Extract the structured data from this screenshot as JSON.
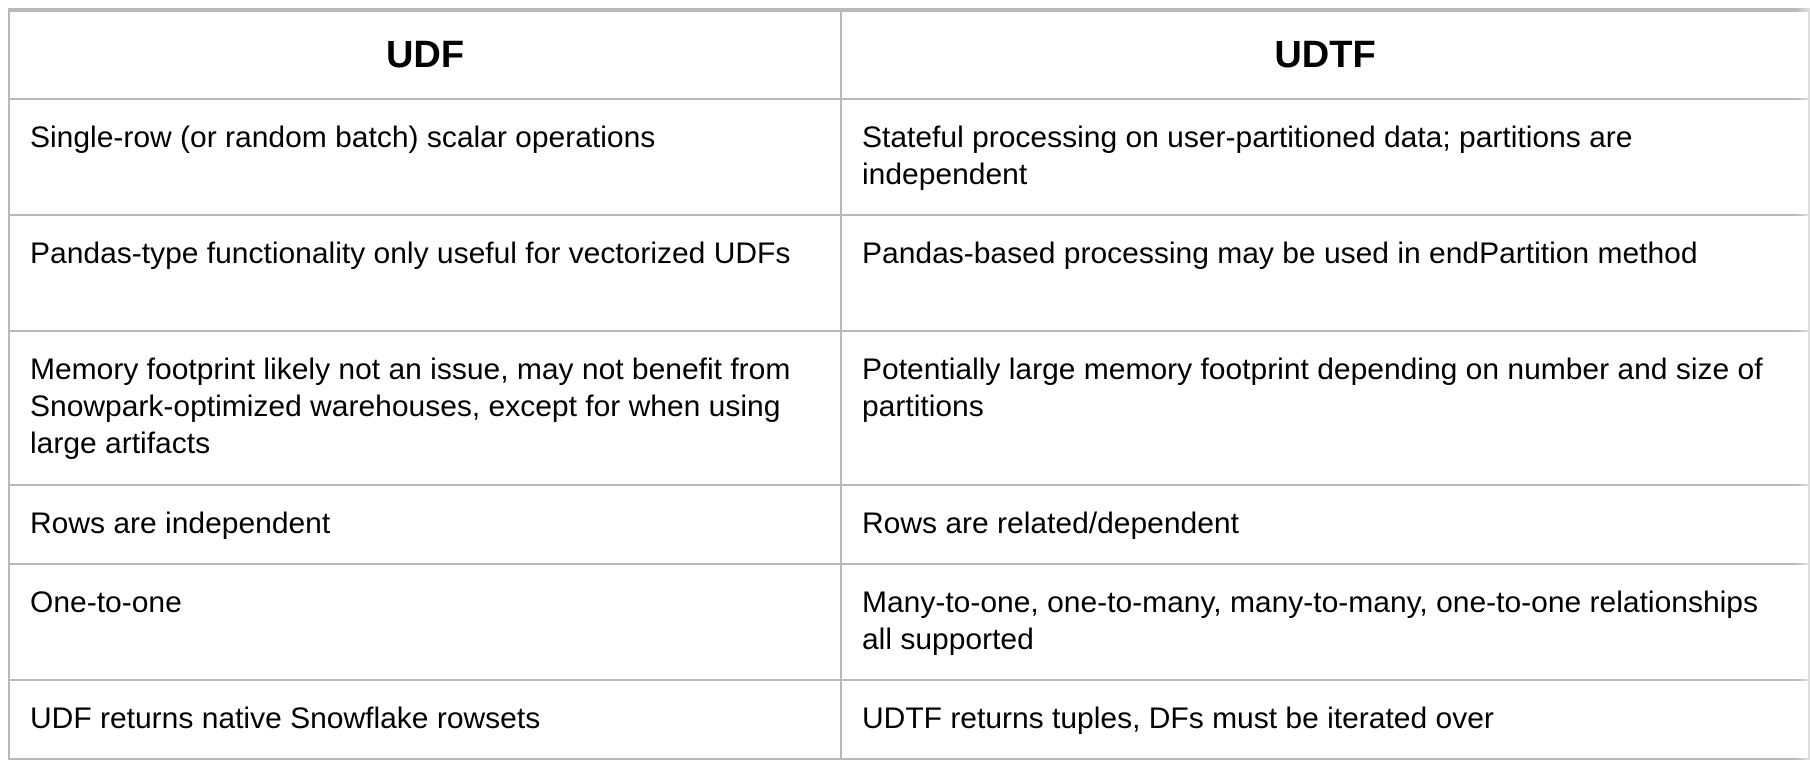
{
  "table": {
    "headers": [
      "UDF",
      "UDTF"
    ],
    "rows": [
      [
        "Single-row (or random batch) scalar operations",
        "Stateful processing on user-partitioned data; partitions are independent"
      ],
      [
        "Pandas-type functionality only useful for vectorized UDFs",
        "Pandas-based processing may be used in endPartition method"
      ],
      [
        "Memory footprint likely not an issue, may not benefit from Snowpark-optimized warehouses, except for when using large artifacts",
        "Potentially large memory footprint depending on number and size of partitions"
      ],
      [
        "Rows are independent",
        "Rows are related/dependent"
      ],
      [
        "One-to-one",
        "Many-to-one, one-to-many, many-to-many, one-to-one relationships all supported"
      ],
      [
        "UDF returns native Snowflake rowsets",
        "UDTF returns tuples, DFs must be iterated over"
      ]
    ]
  }
}
